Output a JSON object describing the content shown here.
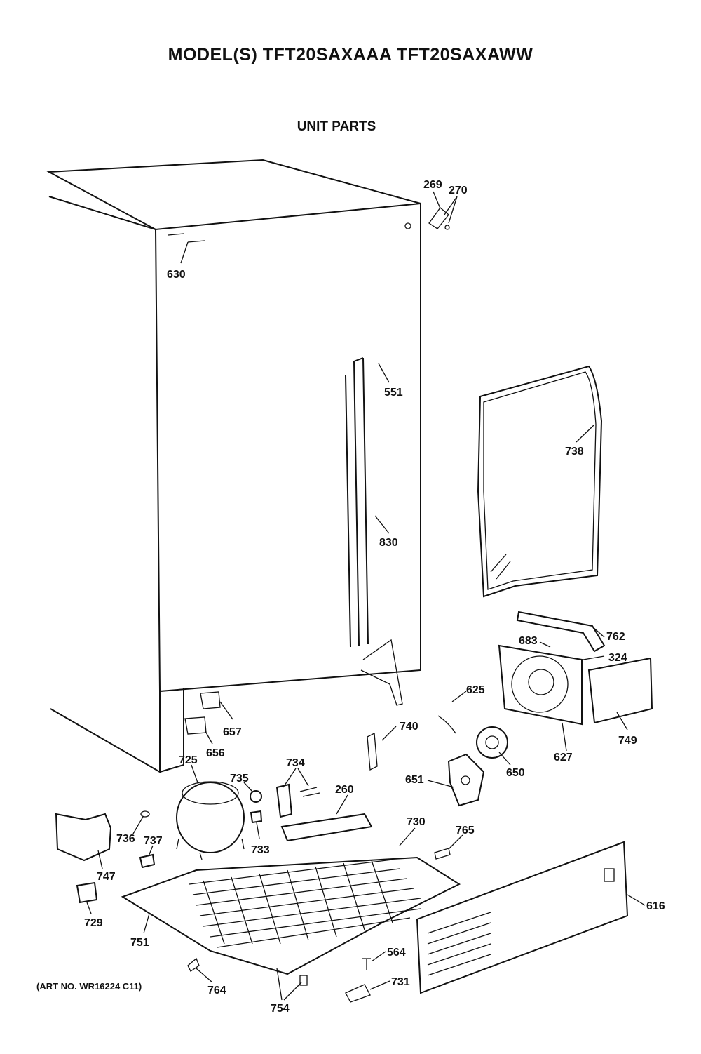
{
  "header": {
    "title": "MODEL(S) TFT20SAXAAA  TFT20SAXAWW",
    "subtitle": "UNIT PARTS"
  },
  "footer": {
    "art_no": "(ART NO. WR16224 C11)"
  },
  "callouts": [
    "269",
    "270",
    "630",
    "551",
    "738",
    "830",
    "762",
    "683",
    "324",
    "625",
    "740",
    "657",
    "656",
    "627",
    "749",
    "650",
    "725",
    "734",
    "735",
    "651",
    "260",
    "730",
    "765",
    "736",
    "737",
    "733",
    "747",
    "729",
    "751",
    "564",
    "731",
    "764",
    "754",
    "616"
  ]
}
